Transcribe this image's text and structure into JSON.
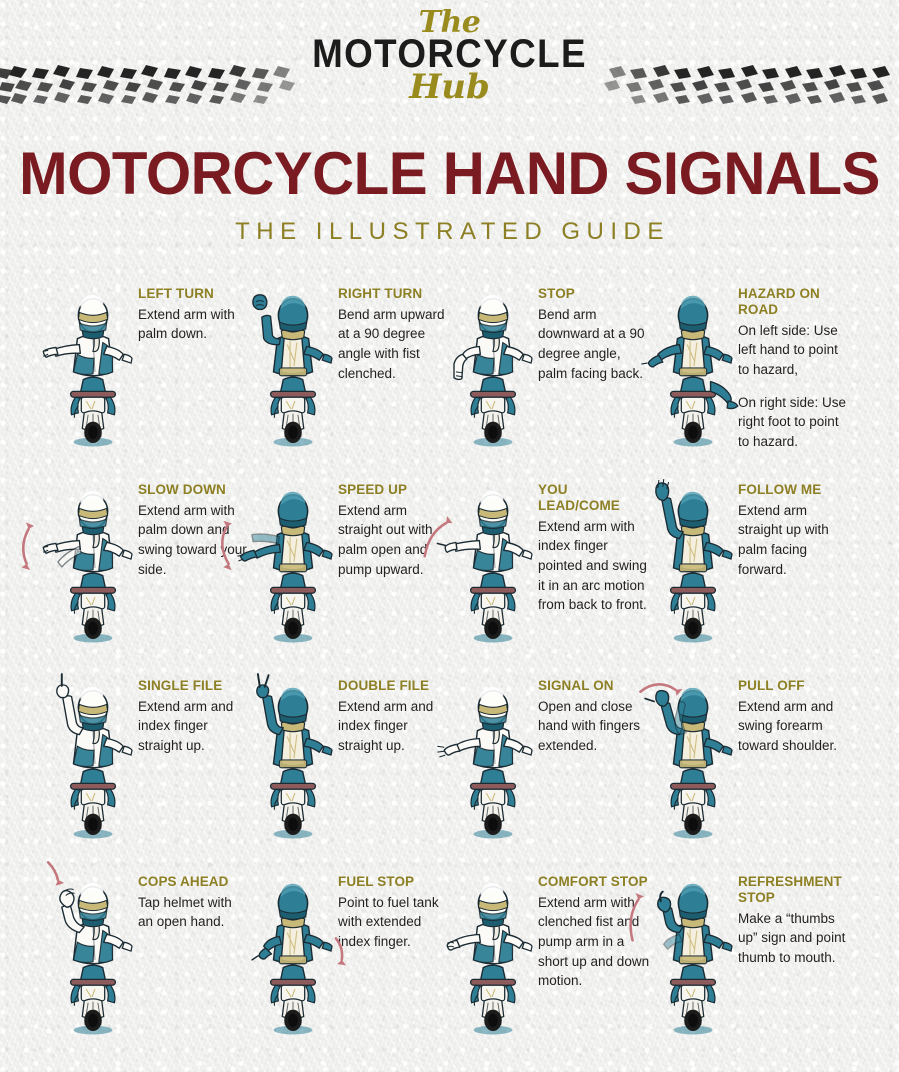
{
  "logo": {
    "the": "The",
    "motorcycle": "MOTORCYCLE",
    "hub": "Hub",
    "tire_track_icon": "tire-track-pattern"
  },
  "title": {
    "main": "MOTORCYCLE HAND SIGNALS",
    "subtitle": "THE ILLUSTRATED GUIDE"
  },
  "colors": {
    "background": "#f2f2f0",
    "title_maroon": "#7a1b22",
    "heading_olive": "#8d7f23",
    "body_ink": "#231f20",
    "rider_teal": "#2e7f96",
    "rider_teal_dark": "#1d5d70",
    "rider_cream": "#f4efdf",
    "vest_gold": "#c9b978",
    "arrow_rose": "#c4787e",
    "tire_black": "#1c1c1c"
  },
  "signals": [
    {
      "id": "left-turn",
      "title": "LEFT TURN",
      "body": [
        "Extend arm with palm down."
      ],
      "rider": "female",
      "pose": "arm-out-left-palm-down",
      "arrow": "none"
    },
    {
      "id": "right-turn",
      "title": "RIGHT TURN",
      "body": [
        "Bend arm upward at a 90 degree angle with fist clenched."
      ],
      "rider": "male",
      "pose": "arm-up-90-fist",
      "arrow": "none"
    },
    {
      "id": "stop",
      "title": "STOP",
      "body": [
        "Bend arm downward at a 90 degree angle, palm facing back."
      ],
      "rider": "female",
      "pose": "arm-down-90-palm-back",
      "arrow": "none"
    },
    {
      "id": "hazard-on-road",
      "title": "HAZARD ON ROAD",
      "body": [
        "On left side: Use left hand to point to hazard,",
        "On right side: Use right foot to point to hazard."
      ],
      "rider": "male",
      "pose": "arm-point-down-foot-out",
      "arrow": "none"
    },
    {
      "id": "slow-down",
      "title": "SLOW DOWN",
      "body": [
        "Extend arm with palm down and swing toward your side."
      ],
      "rider": "female",
      "pose": "arm-out-swing-down",
      "arrow": "curve-down-double"
    },
    {
      "id": "speed-up",
      "title": "SPEED UP",
      "body": [
        "Extend arm straight out with palm open and pump upward."
      ],
      "rider": "male",
      "pose": "arm-out-pump-up",
      "arrow": "curve-up-double"
    },
    {
      "id": "you-lead-come",
      "title": "YOU LEAD/COME",
      "body": [
        "Extend arm with index finger pointed and swing it in an arc motion from back to front."
      ],
      "rider": "female",
      "pose": "arm-out-index-swing",
      "arrow": "curve-arc-forward"
    },
    {
      "id": "follow-me",
      "title": "FOLLOW ME",
      "body": [
        "Extend arm straight up with palm facing forward."
      ],
      "rider": "male",
      "pose": "arm-straight-up-palm",
      "arrow": "none"
    },
    {
      "id": "single-file",
      "title": "SINGLE FILE",
      "body": [
        "Extend arm and index finger straight up."
      ],
      "rider": "female",
      "pose": "arm-up-one-finger",
      "arrow": "none"
    },
    {
      "id": "double-file",
      "title": "DOUBLE FILE",
      "body": [
        "Extend arm and index finger straight up."
      ],
      "rider": "male",
      "pose": "arm-up-two-fingers",
      "arrow": "none"
    },
    {
      "id": "signal-on",
      "title": "SIGNAL ON",
      "body": [
        "Open and close hand with fingers extended."
      ],
      "rider": "female",
      "pose": "hand-open-close",
      "arrow": "none"
    },
    {
      "id": "pull-off",
      "title": "PULL OFF",
      "body": [
        "Extend arm and swing forearm toward shoulder."
      ],
      "rider": "male",
      "pose": "arm-up-swing-to-shoulder",
      "arrow": "arc-right"
    },
    {
      "id": "cops-ahead",
      "title": "COPS AHEAD",
      "body": [
        "Tap helmet with an open hand."
      ],
      "rider": "female",
      "pose": "hand-tap-helmet",
      "arrow": "short-down"
    },
    {
      "id": "fuel-stop",
      "title": "FUEL STOP",
      "body": [
        "Point to fuel tank with extended index finger."
      ],
      "rider": "male",
      "pose": "point-to-tank",
      "arrow": "short-down-right"
    },
    {
      "id": "comfort-stop",
      "title": "COMFORT STOP",
      "body": [
        "Extend arm with clenched fist and pump arm in a short up and down motion."
      ],
      "rider": "female",
      "pose": "arm-out-fist-pump",
      "arrow": "none"
    },
    {
      "id": "refreshment-stop",
      "title": "REFRESHMENT STOP",
      "body": [
        "Make a “thumbs up” sign and point thumb to mouth."
      ],
      "rider": "male",
      "pose": "thumbs-up-to-mouth",
      "arrow": "curve-up-left"
    }
  ]
}
